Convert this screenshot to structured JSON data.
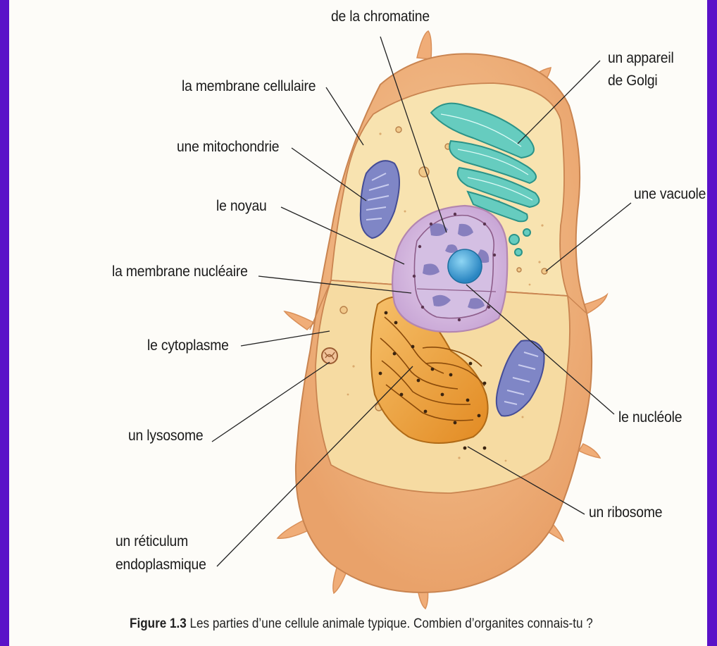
{
  "labels": {
    "chromatin": "de la chromatine",
    "cell_membrane": "la membrane cellulaire",
    "mitochondrion": "une mitochondrie",
    "nucleus": "le noyau",
    "nuclear_membrane": "la membrane nucléaire",
    "cytoplasm": "le cytoplasme",
    "lysosome": "un lysosome",
    "er_line1": "un réticulum",
    "er_line2": "endoplasmique",
    "golgi_line1": "un appareil",
    "golgi_line2": "de Golgi",
    "vacuole": "une vacuole",
    "nucleolus": "le nucléole",
    "ribosome": "un ribosome"
  },
  "caption": {
    "figure": "Figure 1.3",
    "text": "Les parties d’une cellule animale typique. Combien d’organites connais-tu ?"
  },
  "colors": {
    "slide_border": "#5a12c8",
    "membrane": "#f0b47e",
    "cytoplasm": "#f8e3b0",
    "nuclear_envelope": "#e5b9d6",
    "nucleoplasm": "#d8c2e4",
    "nucleolus": "#3fa7d6",
    "golgi": "#5cc6b8",
    "er": "#e8a23c",
    "mitochondrion": "#7f86c6"
  }
}
